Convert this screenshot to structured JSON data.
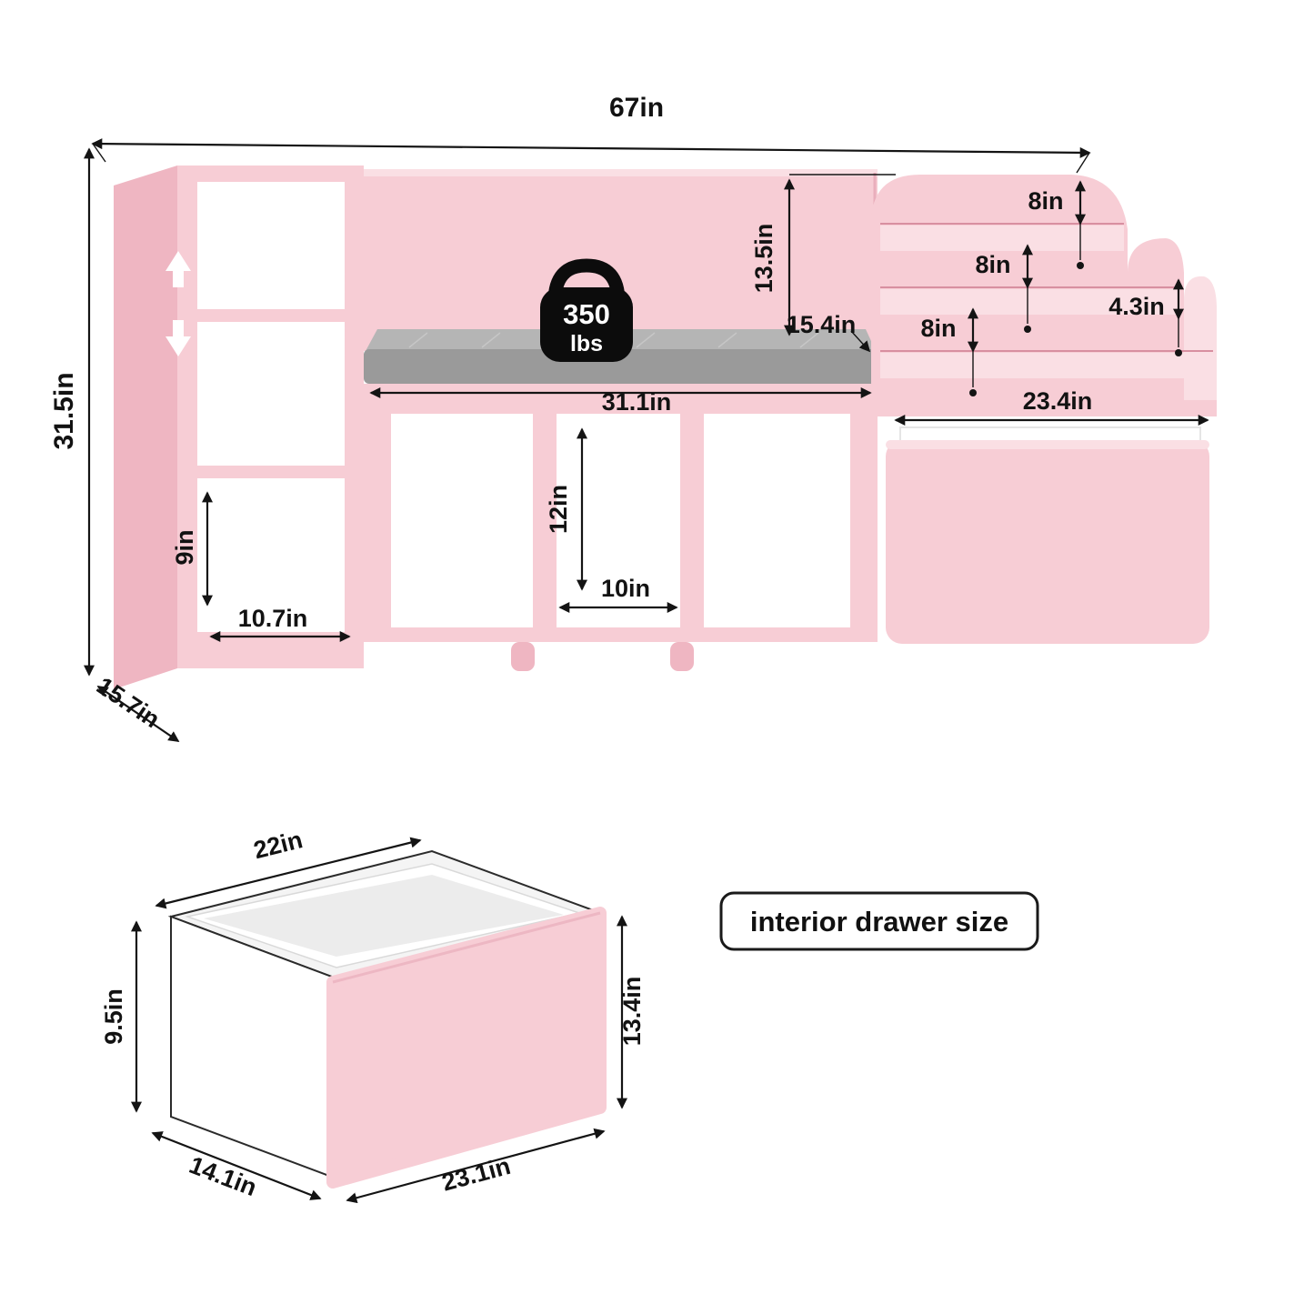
{
  "figure": {
    "weight_badge": {
      "value": "350",
      "unit": "lbs"
    },
    "main_dimensions": {
      "overall_width": "67in",
      "overall_height": "31.5in",
      "base_depth": "15.7in",
      "backrest_height": "13.5in",
      "seat_height": "15.4in",
      "seat_width": "31.1in",
      "bookrack_tier_top": "8in",
      "bookrack_tier_middle": "8in",
      "bookrack_tier_bottom": "8in",
      "bookrack_lip": "4.3in",
      "bookrack_width": "23.4in",
      "cubby_height": "12in",
      "cubby_width": "10in",
      "side_shelf_height": "9in",
      "side_shelf_width": "10.7in"
    },
    "drawer_dimensions": {
      "label": "interior drawer size",
      "top_width": "22in",
      "back_height": "9.5in",
      "depth": "14.1in",
      "front_width": "23.1in",
      "front_height": "13.4in"
    },
    "colors": {
      "pink": "#f7cdd5",
      "pink_dark": "#efb6c2",
      "pink_light": "#fadfe4",
      "cushion_gray": "#9a9a9a",
      "cushion_gray_light": "#b5b5b5",
      "line": "#141414"
    }
  }
}
